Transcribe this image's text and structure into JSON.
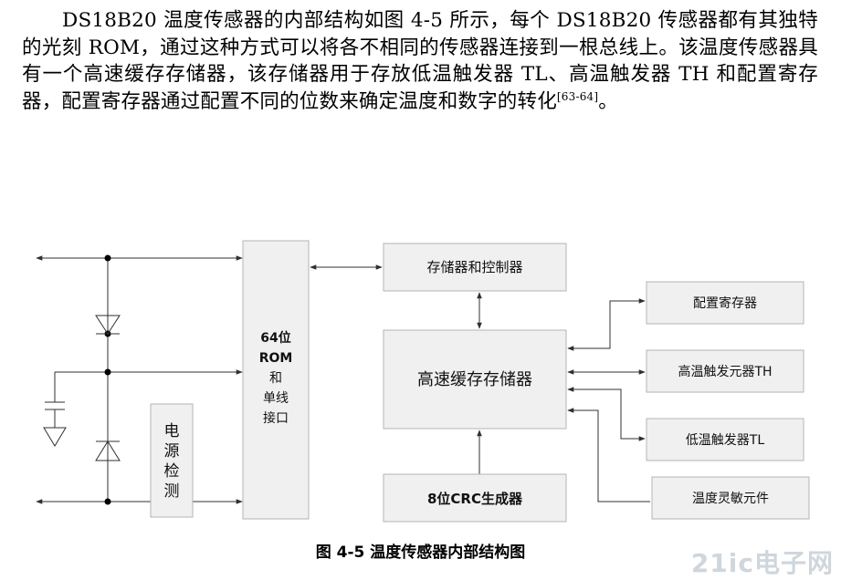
{
  "paragraph": {
    "text": "DS18B20 温度传感器的内部结构如图 4-5 所示，每个 DS18B20 传感器都有其独特的光刻 ROM，通过这种方式可以将各不相同的传感器连接到一根总线上。该温度传感器具有一个高速缓存存储器，该存储器用于存放低温触发器 TL、高温触发器 TH 和配置寄存器，配置寄存器通过配置不同的位数来确定温度和数字的转化",
    "citation": "[63-64]",
    "end": "。"
  },
  "diagram": {
    "rom_box": [
      "64位",
      "ROM",
      "和",
      "单线",
      "接口"
    ],
    "power_detect": [
      "电",
      "源",
      "检",
      "测"
    ],
    "memory_controller": "存储器和控制器",
    "scratchpad": "高速缓存存储器",
    "crc_generator": "8位CRC生成器",
    "config_register": "配置寄存器",
    "th_trigger": "高温触发元器TH",
    "tl_trigger": "低温触发器TL",
    "temp_sensor": "温度灵敏元件"
  },
  "caption": "图 4-5  温度传感器内部结构图",
  "watermark": "21ic电子网"
}
